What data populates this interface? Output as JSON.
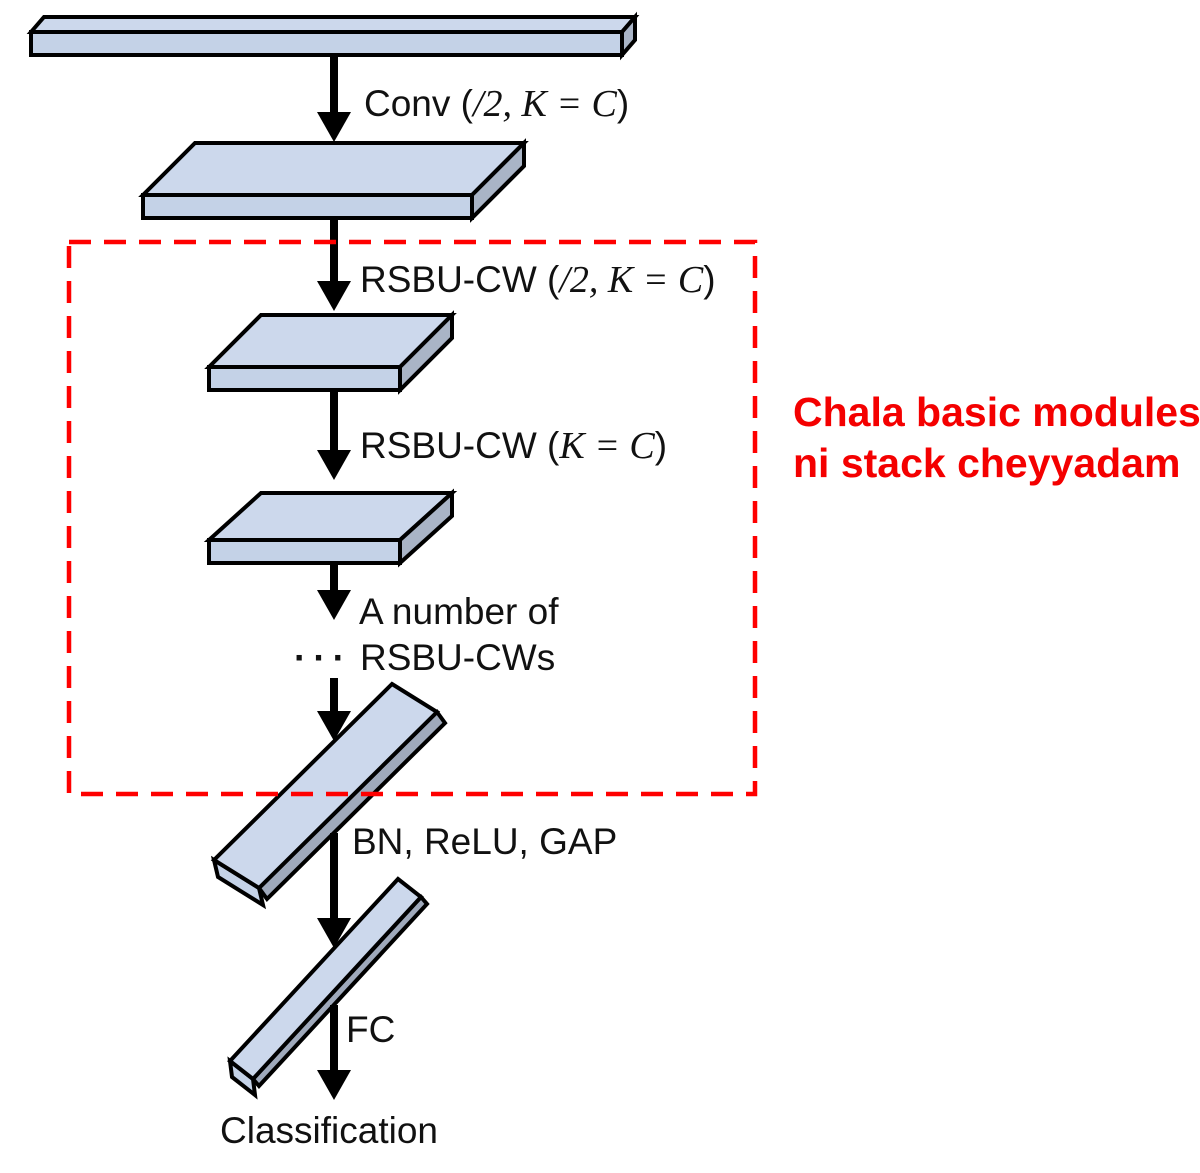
{
  "labels": {
    "conv_pre": "Conv (",
    "conv_math": "/2, K = C",
    "conv_post": ")",
    "rsbu_down_pre": "RSBU-CW (",
    "rsbu_down_math": "/2, K = C",
    "rsbu_down_post": ")",
    "rsbu_pre": "RSBU-CW (",
    "rsbu_math": "K = C",
    "rsbu_post": ")",
    "stack_line1": "A number of",
    "stack_dots": "···",
    "stack_line2": "RSBU-CWs",
    "bn_relu_gap": "BN, ReLU, GAP",
    "fc": "FC",
    "classification": "Classification"
  },
  "annotation": {
    "line1": "Chala basic modules",
    "line2": "ni stack cheyyadam",
    "color": "#f40000"
  },
  "colors": {
    "slab_top": "#ccd8ec",
    "slab_front": "#c4d2e7",
    "slab_side": "#a9b4c6",
    "bar_side": "#9fa9bb",
    "outline": "#000000",
    "dashed_box": "#ff0000",
    "arrow": "#000000"
  }
}
